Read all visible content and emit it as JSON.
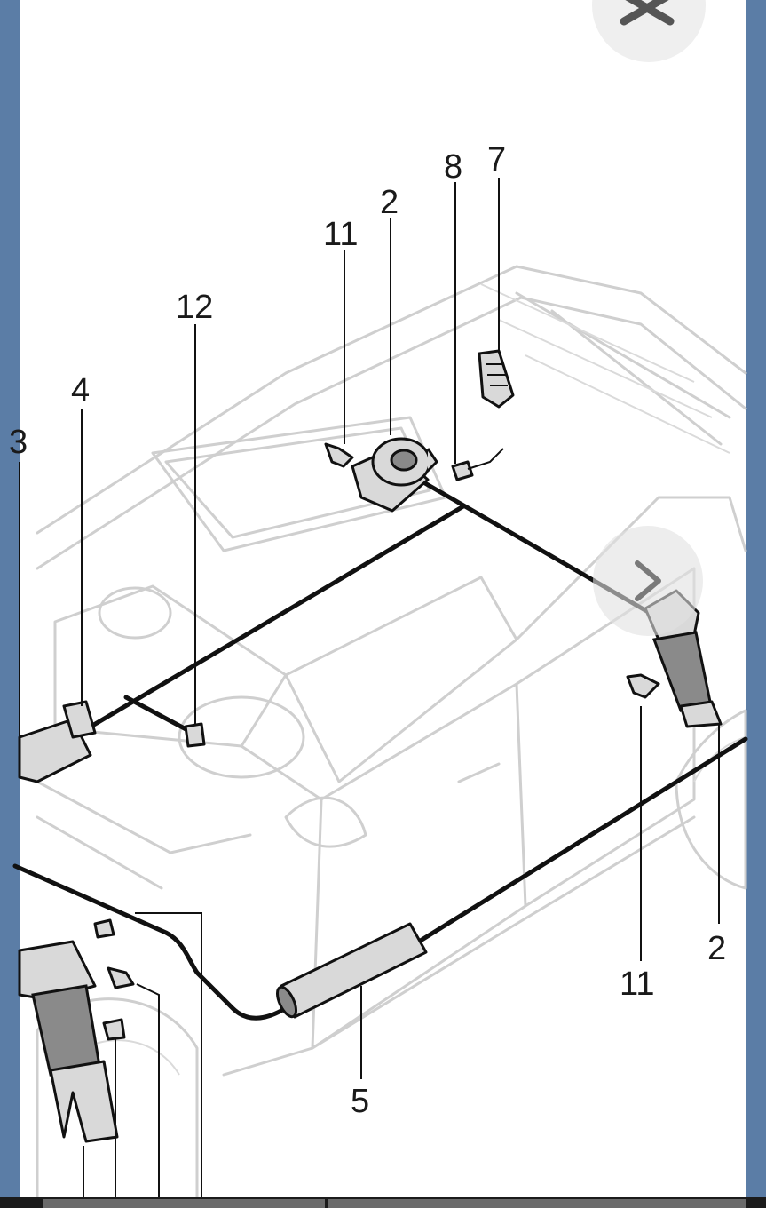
{
  "viewer": {
    "close_icon": "close-icon",
    "next_icon": "chevron-right-icon"
  },
  "diagram": {
    "callouts": [
      "8",
      "7",
      "2",
      "11",
      "12",
      "4",
      "3",
      "2",
      "11",
      "5"
    ],
    "colors": {
      "background": "#5b7da6",
      "page": "#ffffff",
      "ghost_lines": "#cfcfcf",
      "pipes": "#111111"
    }
  }
}
